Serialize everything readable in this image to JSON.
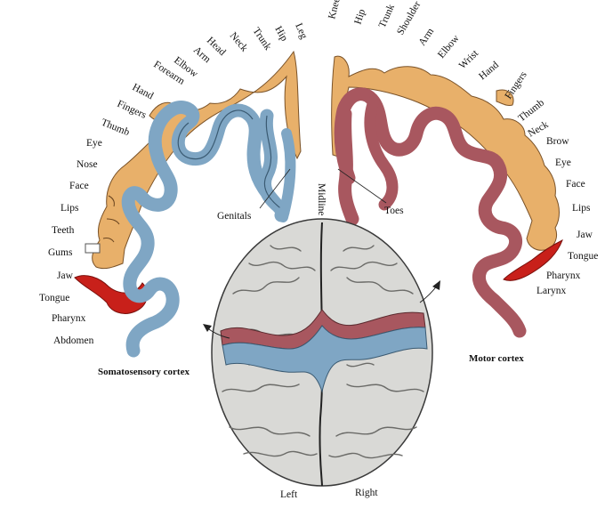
{
  "diagram": {
    "sensory_labels": [
      "Leg",
      "Hip",
      "Trunk",
      "Neck",
      "Head",
      "Arm",
      "Elbow",
      "Forearm",
      "Hand",
      "Fingers",
      "Thumb",
      "Eye",
      "Nose",
      "Face",
      "Lips",
      "Teeth",
      "Gums",
      "Jaw",
      "Tongue",
      "Pharynx",
      "Abdomen"
    ],
    "sensory_extra": {
      "genitals": "Genitals",
      "midline": "Midline"
    },
    "motor_labels": [
      "Knee",
      "Hip",
      "Trunk",
      "Shoulder",
      "Arm",
      "Elbow",
      "Wrist",
      "Hand",
      "Fingers",
      "Thumb",
      "Neck",
      "Brow",
      "Eye",
      "Face",
      "Lips",
      "Jaw",
      "Tongue",
      "Pharynx",
      "Larynx"
    ],
    "motor_extra": {
      "toes": "Toes"
    },
    "captions": {
      "sensory": "Somatosensory cortex",
      "motor": "Motor cortex"
    },
    "brain_labels": {
      "left": "Left",
      "right": "Right"
    },
    "colors": {
      "sensory_cortex": "#7fa6c4",
      "motor_cortex": "#a8575f",
      "homunculus": "#e8b06a",
      "tongue": "#c8201a",
      "brain": "#d9d9d6"
    }
  }
}
